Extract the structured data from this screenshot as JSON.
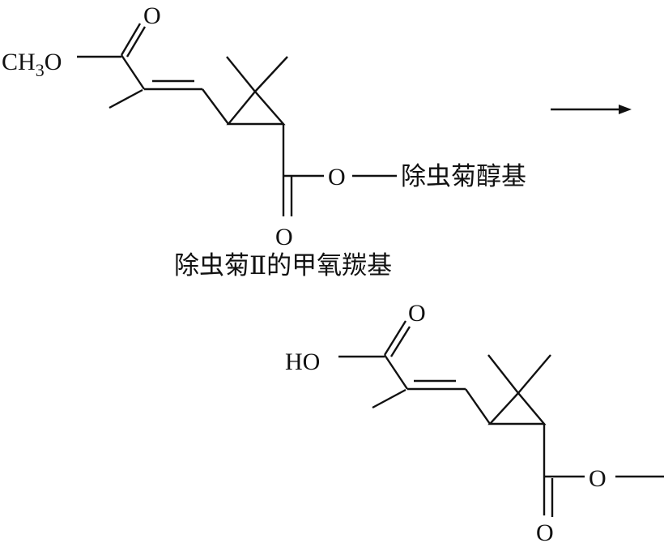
{
  "reactant": {
    "methoxy_label": "CH",
    "methoxy_sub": "3",
    "methoxy_o": "O",
    "carbonyl_o_top": "O",
    "ester_o": "O",
    "carbonyl_o_bottom": "O",
    "substituent": "除虫菊醇基",
    "caption": "除虫菊Ⅱ的甲氧羰基"
  },
  "product": {
    "hydroxyl_label": "HO",
    "carbonyl_o_top": "O",
    "ester_o": "O",
    "carbonyl_o_bottom": "O"
  },
  "arrow": "reaction-arrow"
}
